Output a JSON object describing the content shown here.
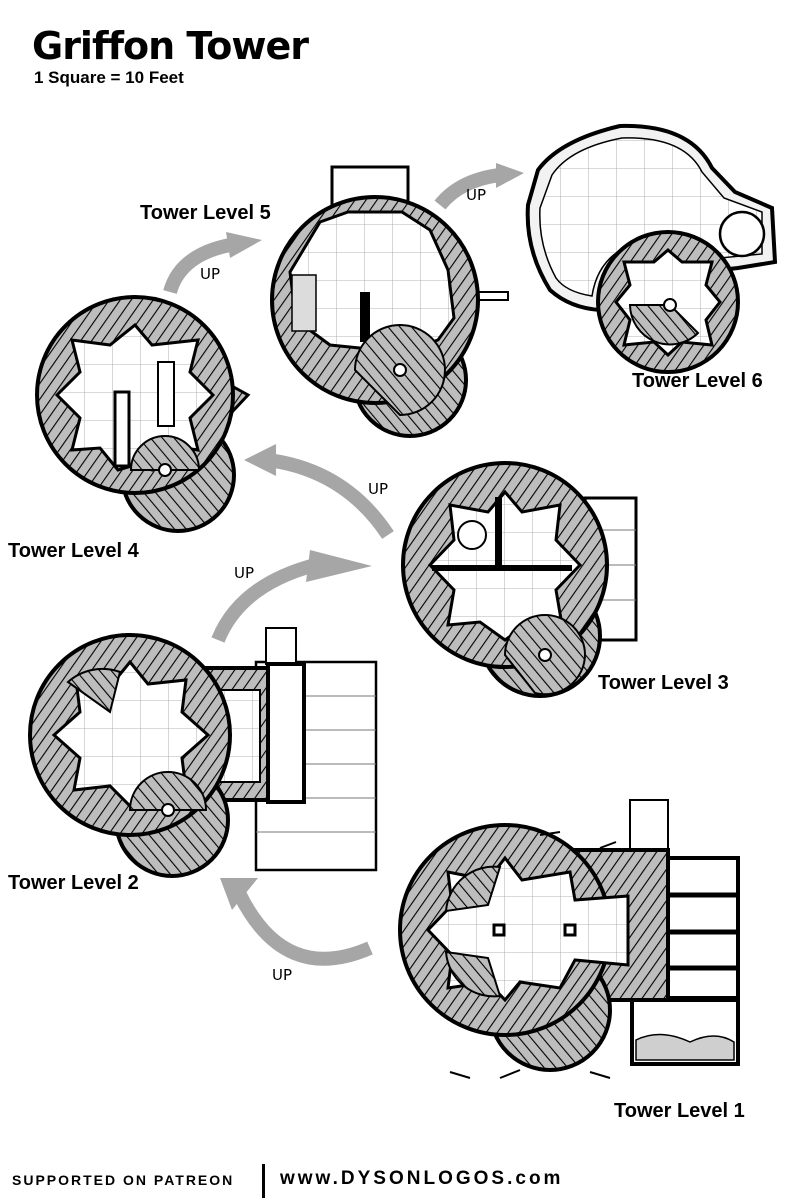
{
  "map": {
    "title": "Griffon Tower",
    "scale": "1 Square = 10 Feet",
    "levels": [
      {
        "label": "Tower Level 1"
      },
      {
        "label": "Tower Level 2"
      },
      {
        "label": "Tower Level 3"
      },
      {
        "label": "Tower Level 4"
      },
      {
        "label": "Tower Level 5"
      },
      {
        "label": "Tower Level 6"
      }
    ],
    "stair_label": "UP",
    "colors": {
      "ink": "#000000",
      "wall_fill": "#bdbdbd",
      "floor": "#ffffff",
      "arrow": "#a6a6a6"
    }
  },
  "footer": {
    "patreon": "SUPPORTED ON PATREON",
    "site": "www.DYSONLOGOS.com"
  }
}
